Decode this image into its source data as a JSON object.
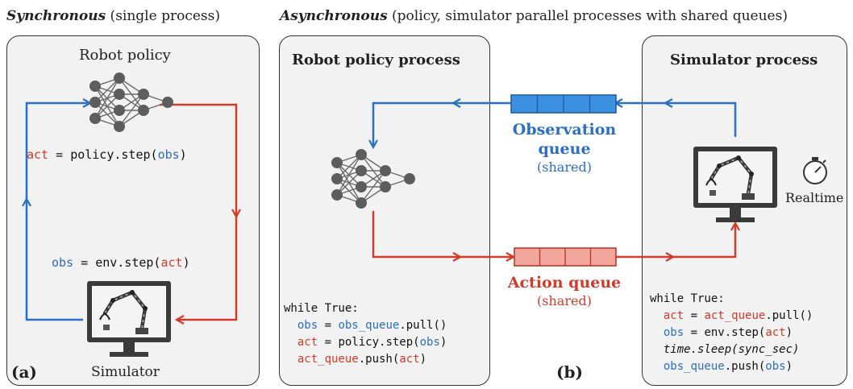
{
  "headings": {
    "sync_bold": "Synchronous",
    "sync_rest": " (single process)",
    "async_bold": "Asynchronous",
    "async_rest": " (policy, simulator parallel processes with shared queues)"
  },
  "left_panel": {
    "title": "Robot policy",
    "act_var": "act",
    "eq": " = ",
    "policy_call": "policy.step(",
    "obs_arg": "obs",
    "close": ")",
    "obs_var": "obs",
    "env_call": "env.step(",
    "act_arg": "act",
    "simulator_label": "Simulator",
    "tag": "(a)"
  },
  "policy_panel": {
    "title": "Robot policy process",
    "code": {
      "l1": "while True:",
      "l2a": "obs",
      "l2b": " = ",
      "l2c": "obs_queue",
      "l2d": ".pull()",
      "l3a": "act",
      "l3b": " = policy.step(",
      "l3c": "obs",
      "l3d": ")",
      "l4a": "act_queue",
      "l4b": ".push(",
      "l4c": "act",
      "l4d": ")"
    }
  },
  "simulator_panel": {
    "title": "Simulator process",
    "realtime": "Realtime",
    "code": {
      "l1": "while True:",
      "l2a": "act",
      "l2b": " = ",
      "l2c": "act_queue",
      "l2d": ".pull()",
      "l3a": "obs",
      "l3b": " = env.step(",
      "l3c": "act",
      "l3d": ")",
      "l4": "time.sleep(sync_sec)",
      "l5a": "obs_queue",
      "l5b": ".push(",
      "l5c": "obs",
      "l5d": ")"
    }
  },
  "observation_queue": {
    "title_1": "Observation",
    "title_2": "queue",
    "sub": "(shared)"
  },
  "action_queue": {
    "title": "Action queue",
    "sub": "(shared)"
  },
  "tag_b": "(b)",
  "colors": {
    "blue": "#2a6fc4",
    "red": "#d23a2a",
    "queue_blue": "#3d8fe0",
    "queue_red": "#f2a79d"
  },
  "icons": [
    "neural-network-icon",
    "monitor-robot-arm-icon",
    "stopwatch-icon"
  ]
}
